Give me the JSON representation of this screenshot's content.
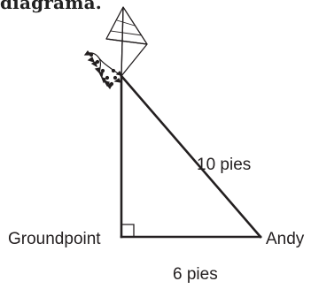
{
  "header": {
    "text": "diagrama."
  },
  "labels": {
    "hypotenuse": "10 pies",
    "base": "6 pies",
    "groundpoint": "Groundpoint",
    "person": "Andy"
  },
  "colors": {
    "line": "#231f20",
    "background": "#ffffff"
  },
  "icons": {
    "kite": "kite-icon",
    "kite_tail": "kite-tail-icon",
    "right_angle": "right-angle-marker"
  }
}
